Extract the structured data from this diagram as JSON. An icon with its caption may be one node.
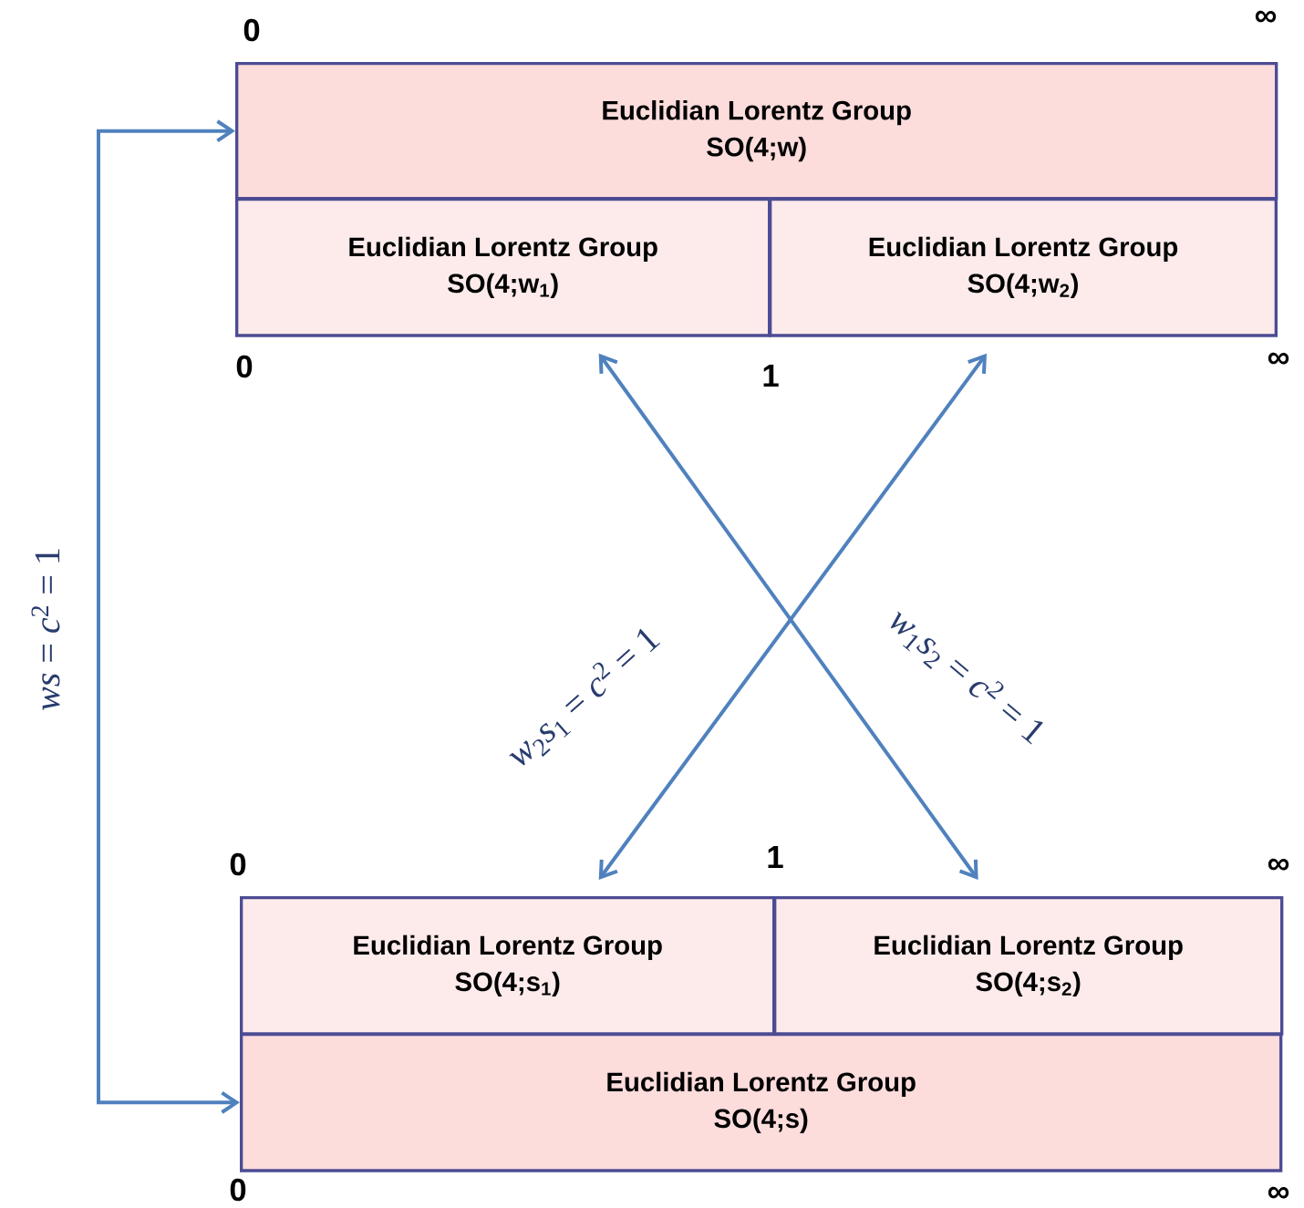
{
  "diagram": {
    "nodes": [
      {
        "text": [
          "Euclidian Lorentz Group",
          "SO(4;w)"
        ]
      },
      {
        "text": [
          "Euclidian Lorentz Group",
          "SO(4;w$_{1}$)"
        ]
      },
      {
        "text": [
          "Euclidian Lorentz Group",
          "SO(4;w$_{2}$)"
        ]
      },
      {
        "text": [
          "Euclidian Lorentz Group",
          "SO(4;s$_{1}$)"
        ]
      },
      {
        "text": [
          "Euclidian Lorentz Group",
          "SO(4;s$_{2}$)"
        ]
      },
      {
        "text": [
          "Euclidian Lorentz Group",
          "SO(4;s)"
        ]
      }
    ],
    "edges": [
      {
        "from": 0,
        "to": 5,
        "arrow": "both",
        "label": "*ws* = *c*$^{2}$ = 1"
      },
      {
        "from": 3,
        "to": 2,
        "arrow": "both",
        "label": "*w*$_{2}$*s*$_{1}$ = *c*$^{2}$ = 1"
      },
      {
        "from": 1,
        "to": 4,
        "arrow": "both",
        "label": "*w*$_{1}$*s*$_{2}$ = *c*$^{2}$ = 1"
      }
    ],
    "labels": [
      "0",
      "∞",
      "0",
      "1",
      "∞",
      "0",
      "1",
      "∞",
      "0",
      "∞"
    ]
  }
}
